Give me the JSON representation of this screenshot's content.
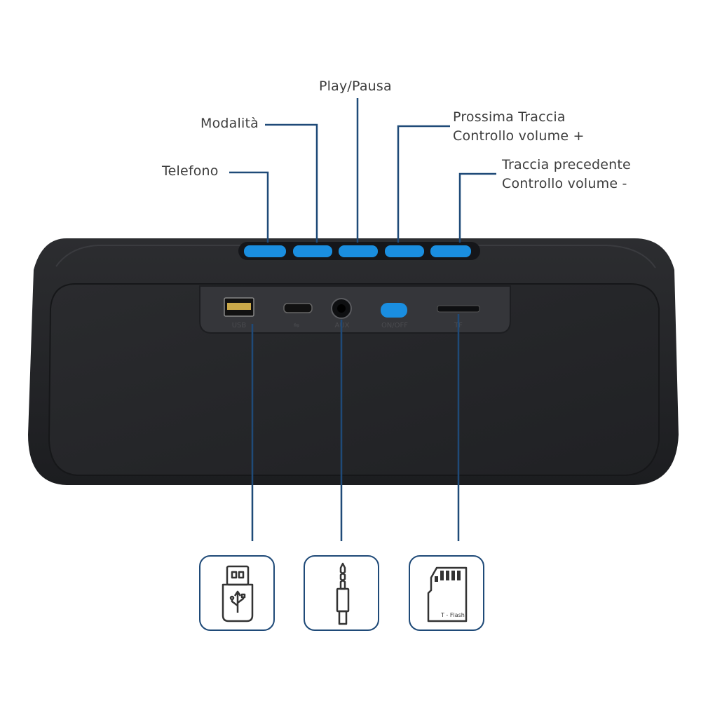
{
  "callouts": {
    "play_pausa": "Play/Pausa",
    "modalita": "Modalità",
    "telefono": "Telefono",
    "prossima_line1": "Prossima Traccia",
    "prossima_line2": "Controllo volume +",
    "precedente_line1": "Traccia precedente",
    "precedente_line2": "Controllo volume -"
  },
  "ports": {
    "usb": "USB",
    "aux": "AUX",
    "on_off": "ON/OFF",
    "tf": "TF"
  },
  "icons": {
    "sd_card_text": "T - Flash"
  },
  "colors": {
    "accent_blue": "#1a8ee0",
    "line_navy": "#1f4a78",
    "body_dark": "#222326"
  }
}
